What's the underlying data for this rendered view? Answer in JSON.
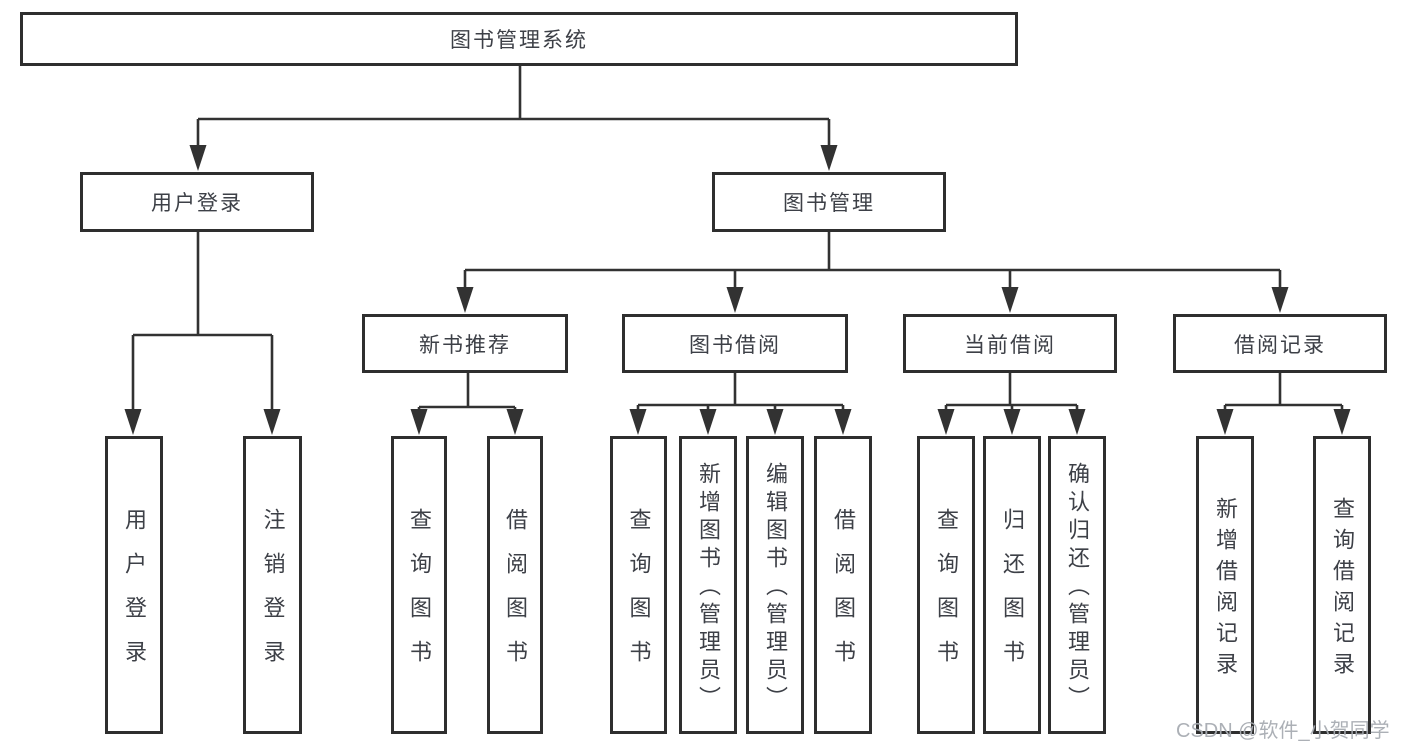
{
  "diagram": {
    "title": "图书管理系统",
    "level2": {
      "user_login": "用户登录",
      "book_management": "图书管理"
    },
    "level3": {
      "new_book_recommend": "新书推荐",
      "book_borrowing": "图书借阅",
      "current_borrowing": "当前借阅",
      "borrowing_records": "借阅记录"
    },
    "leaves": {
      "user_login": [
        "用户登录",
        "注销登录"
      ],
      "new_book_recommend": [
        "查询图书",
        "借阅图书"
      ],
      "book_borrowing": [
        "查询图书",
        "新增图书（管理员）",
        "编辑图书（管理员）",
        "借阅图书"
      ],
      "current_borrowing": [
        "查询图书",
        "归还图书",
        "确认归还（管理员）"
      ],
      "borrowing_records": [
        "新增借阅记录",
        "查询借阅记录"
      ]
    }
  },
  "watermark": "CSDN @软件_小贺同学",
  "colors": {
    "line": "#323232",
    "box_border": "#2e2e2e",
    "text": "#3d4047",
    "watermark": "#a8acb2",
    "background": "#ffffff"
  }
}
